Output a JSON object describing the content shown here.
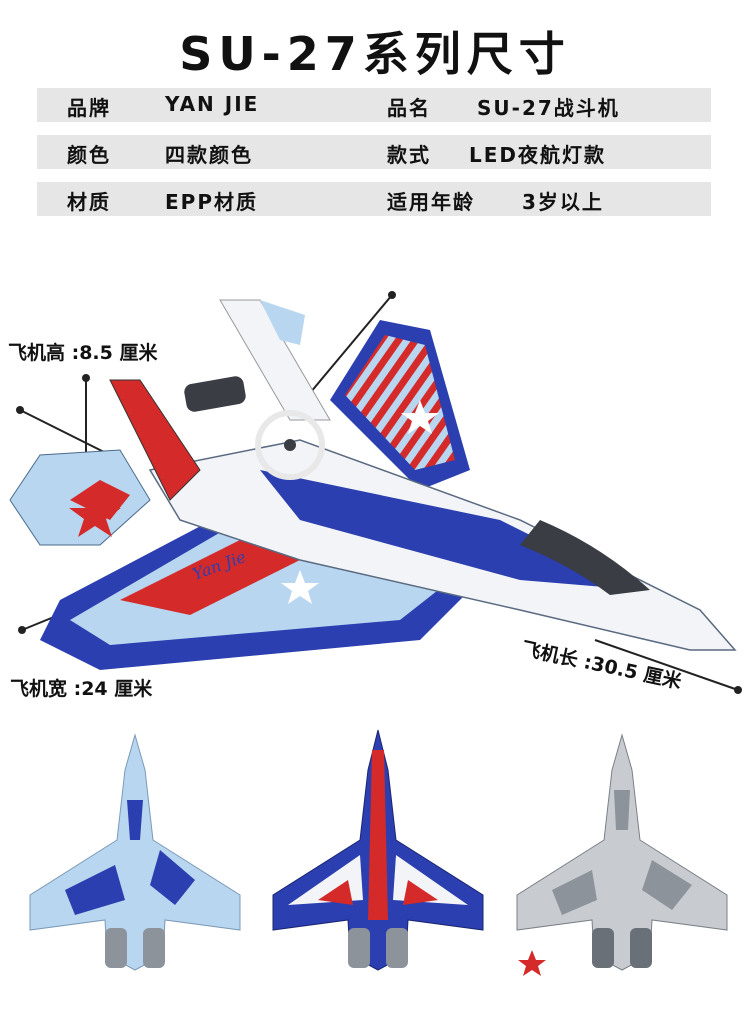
{
  "title": "SU-27系列尺寸",
  "specs": [
    {
      "k1": "品牌",
      "v1": "YAN JIE",
      "k2": "品名",
      "v2": "SU-27战斗机"
    },
    {
      "k1": "颜色",
      "v1": "四款颜色",
      "k2": "款式",
      "v2": "LED夜航灯款"
    },
    {
      "k1": "材质",
      "v1": "EPP材质",
      "k2": "适用年龄",
      "v2": "3岁以上"
    }
  ],
  "dimensions": {
    "height": "飞机高 :8.5 厘米",
    "width": "飞机宽 :24 厘米",
    "length": "飞机长 :30.5 厘米"
  },
  "plane_brand_text": "Yan Jie",
  "colors": {
    "red": "#d42a2a",
    "blue": "#2b3fb0",
    "light_blue": "#b8d6ef",
    "white": "#f2f4f8",
    "grey": "#8c939a",
    "dark": "#3a3d44"
  }
}
